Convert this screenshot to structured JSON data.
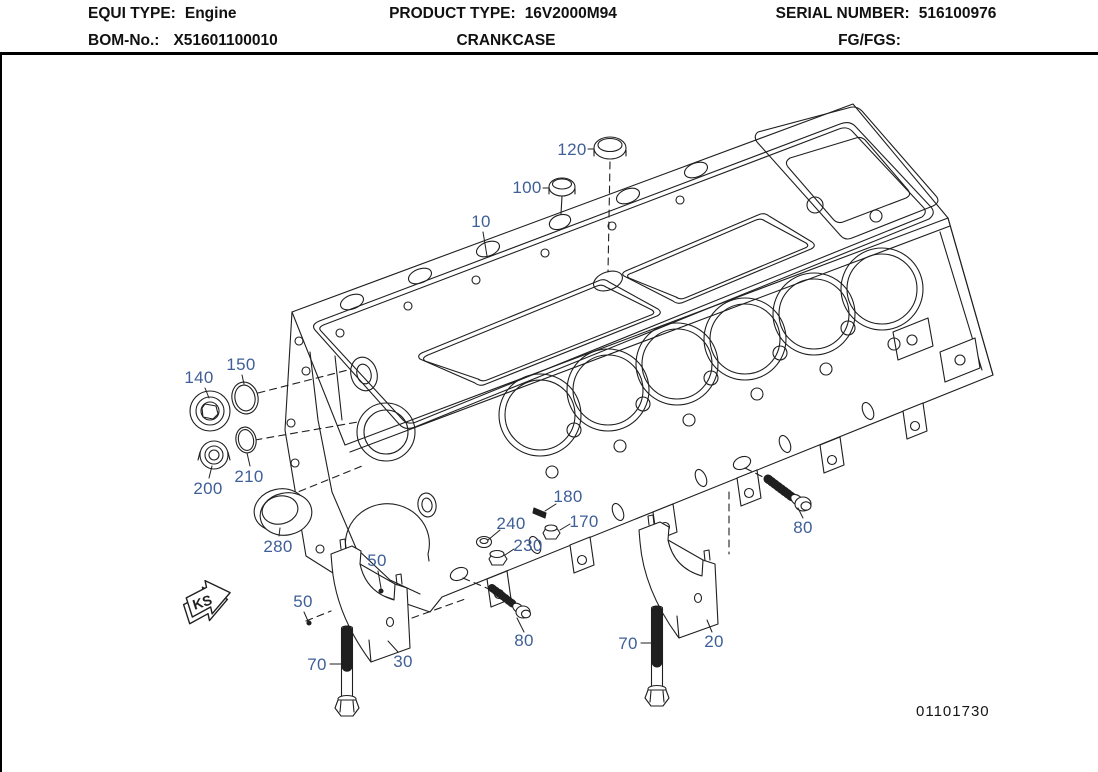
{
  "header": {
    "equi_type": {
      "label": "EQUI TYPE:",
      "value": "Engine"
    },
    "bom_no": {
      "label": "BOM-No.:",
      "value": "X51601100010"
    },
    "product_type": {
      "label": "PRODUCT TYPE:",
      "value": "16V2000M94"
    },
    "subtitle": "CRANKCASE",
    "serial_number": {
      "label": "SERIAL NUMBER:",
      "value": "516100976"
    },
    "fg_fgs": {
      "label": "FG/FGS:",
      "value": ""
    }
  },
  "diagram": {
    "description": "Exploded isometric line drawing of a 16V2000 engine crankcase with numbered part callouts",
    "direction_marker": "KS",
    "drawing_number": "01101730",
    "callouts": [
      {
        "id": "10",
        "label": "10"
      },
      {
        "id": "100",
        "label": "100"
      },
      {
        "id": "120",
        "label": "120"
      },
      {
        "id": "140",
        "label": "140"
      },
      {
        "id": "150",
        "label": "150"
      },
      {
        "id": "200",
        "label": "200"
      },
      {
        "id": "210",
        "label": "210"
      },
      {
        "id": "280",
        "label": "280"
      },
      {
        "id": "180",
        "label": "180"
      },
      {
        "id": "170",
        "label": "170"
      },
      {
        "id": "240",
        "label": "240"
      },
      {
        "id": "230",
        "label": "230"
      },
      {
        "id": "50-upper",
        "label": "50"
      },
      {
        "id": "50-lower",
        "label": "50"
      },
      {
        "id": "70-left",
        "label": "70"
      },
      {
        "id": "30",
        "label": "30"
      },
      {
        "id": "80-left",
        "label": "80"
      },
      {
        "id": "70-right",
        "label": "70"
      },
      {
        "id": "20",
        "label": "20"
      },
      {
        "id": "80-right",
        "label": "80"
      }
    ]
  },
  "colors": {
    "callout_blue": "#3e5f97",
    "line_black": "#1f1f1f"
  }
}
